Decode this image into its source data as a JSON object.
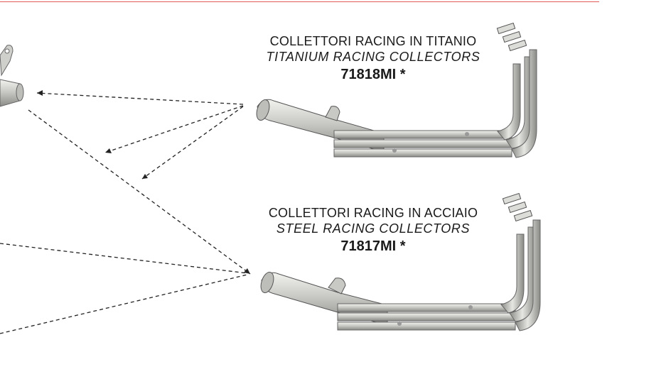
{
  "products": [
    {
      "name_it": "COLLETTORI RACING IN TITANIO",
      "name_en": "TITANIUM RACING COLLECTORS",
      "code": "71818MI *"
    },
    {
      "name_it": "COLLETTORI RACING IN ACCIAIO",
      "name_en": "STEEL RACING COLLECTORS",
      "code": "71817MI *"
    }
  ],
  "colors": {
    "rule": "#e05a5a",
    "pipe_light": "#d9d9d6",
    "pipe_dark": "#8c8c88",
    "text": "#1a1a1a"
  }
}
